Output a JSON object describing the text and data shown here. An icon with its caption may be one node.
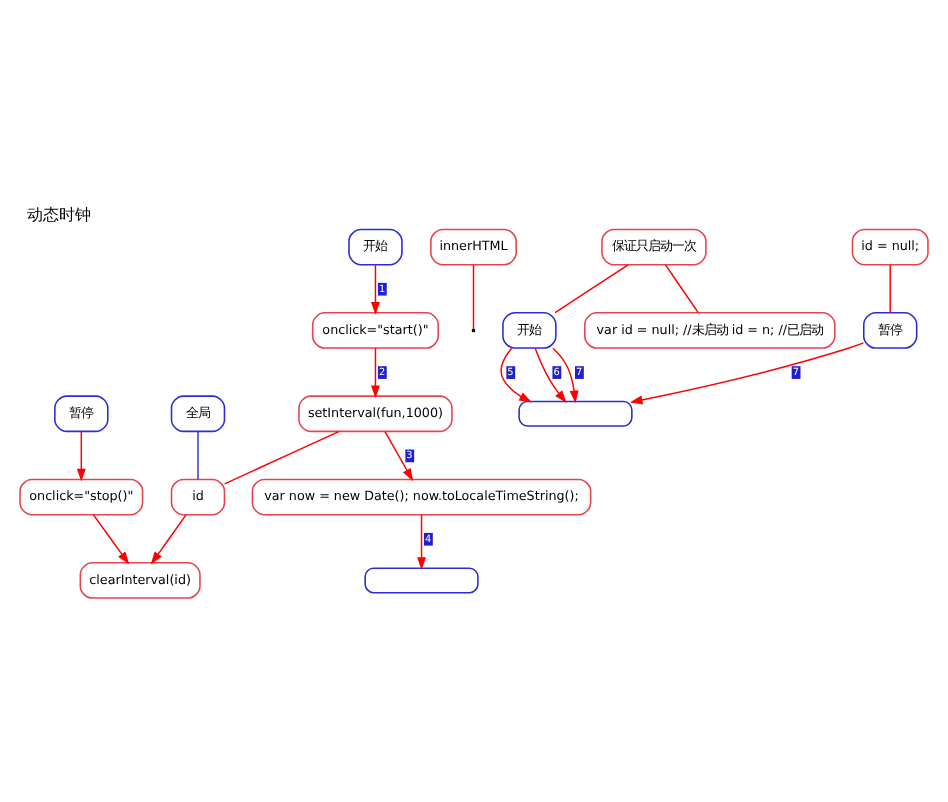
{
  "diagram": {
    "title": "动态时钟",
    "nodes": [
      {
        "text": [
          "onclick=\"start()\""
        ]
      },
      {
        "text": [
          "开始"
        ]
      },
      {
        "text": [
          "暂停"
        ]
      },
      {
        "text": [
          "onclick=\"stop()\""
        ]
      },
      {
        "text": [
          "全局"
        ]
      },
      {
        "text": [
          "id"
        ]
      },
      {
        "text": [
          "setInterval(fun,1000)"
        ]
      },
      {
        "text": [],
        "shape": "box"
      },
      {
        "text": [
          "clearInterval(id)"
        ]
      },
      {
        "text": [
          "var now = new Date(); now.toLocaleTimeString();"
        ]
      },
      {
        "text": [
          "innerHTML"
        ]
      },
      {
        "text": [
          "保证只启动一次"
        ]
      },
      {
        "text": [
          "开始"
        ]
      },
      {
        "text": [
          "暂停"
        ]
      },
      {
        "text": [
          "id = null;"
        ]
      },
      {
        "text": [
          "var id = null; //未启动 id = n; //已启动"
        ]
      },
      {
        "text": [],
        "shape": "box"
      }
    ],
    "edges": [
      {
        "from": 1,
        "to": 0,
        "arrow": "to",
        "label": "1"
      },
      {
        "from": 0,
        "to": 6,
        "arrow": "to",
        "label": "2"
      },
      {
        "from": 6,
        "to": 9,
        "arrow": "to",
        "label": "3"
      },
      {
        "from": 9,
        "to": 7,
        "arrow": "to",
        "label": "4"
      },
      {
        "from": 2,
        "to": 3,
        "arrow": "to"
      },
      {
        "from": 3,
        "to": 8,
        "arrow": "to"
      },
      {
        "from": 5,
        "to": 8,
        "arrow": "to"
      },
      {
        "from": 4,
        "to": 5,
        "arrow": "none",
        "color": "#3333cc"
      },
      {
        "from": 6,
        "to": 5,
        "arrow": "none"
      },
      {
        "from": 10,
        "to": null,
        "arrow": "none"
      },
      {
        "from": 11,
        "to": 12,
        "arrow": "none"
      },
      {
        "from": 11,
        "to": 15,
        "arrow": "none"
      },
      {
        "from": 14,
        "to": 13,
        "arrow": "none"
      },
      {
        "from": 12,
        "to": 16,
        "arrow": "to",
        "label": "5"
      },
      {
        "from": 12,
        "to": 16,
        "arrow": "to",
        "label": "6"
      },
      {
        "from": 12,
        "to": 16,
        "arrow": "to",
        "label": "7"
      },
      {
        "from": 13,
        "to": 16,
        "arrow": "to",
        "label": "7"
      }
    ]
  }
}
